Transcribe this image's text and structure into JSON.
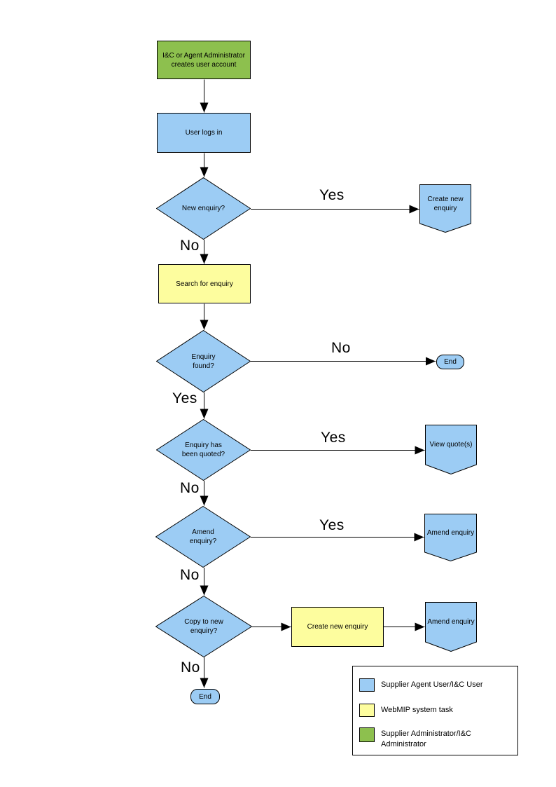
{
  "colors": {
    "actor_user": "#9CCCF4",
    "system_task": "#FDFD9E",
    "administrator": "#8DC04E"
  },
  "nodes": {
    "admin_creates_account": {
      "line1": "I&C or Agent Administrator",
      "line2": "creates user account"
    },
    "user_logs_in": "User logs in",
    "new_enquiry": "New enquiry?",
    "create_new_enquiry_connector": "Create new enquiry",
    "search_for_enquiry": "Search for enquiry",
    "enquiry_found": "Enquiry found?",
    "end_1": "End",
    "enquiry_quoted": "Enquiry has been quoted?",
    "view_quotes": "View quote(s)",
    "amend_enquiry_q": "Amend enquiry?",
    "amend_enquiry_connector_1": "Amend enquiry",
    "copy_to_new_enquiry": "Copy to new enquiry?",
    "create_new_enquiry_task": "Create new enquiry",
    "amend_enquiry_connector_2": "Amend enquiry",
    "end_2": "End"
  },
  "edge_labels": {
    "new_enquiry_yes": "Yes",
    "new_enquiry_no": "No",
    "enquiry_found_no": "No",
    "enquiry_found_yes": "Yes",
    "enquiry_quoted_yes": "Yes",
    "enquiry_quoted_no": "No",
    "amend_enquiry_yes": "Yes",
    "amend_enquiry_no": "No",
    "copy_to_new_no": "No"
  },
  "legend": {
    "items": [
      {
        "color": "#9CCCF4",
        "label": "Supplier Agent User/I&C User"
      },
      {
        "color": "#FDFD9E",
        "label": "WebMIP system task"
      },
      {
        "color": "#8DC04E",
        "label": "Supplier Administrator/I&C Administrator"
      }
    ]
  }
}
